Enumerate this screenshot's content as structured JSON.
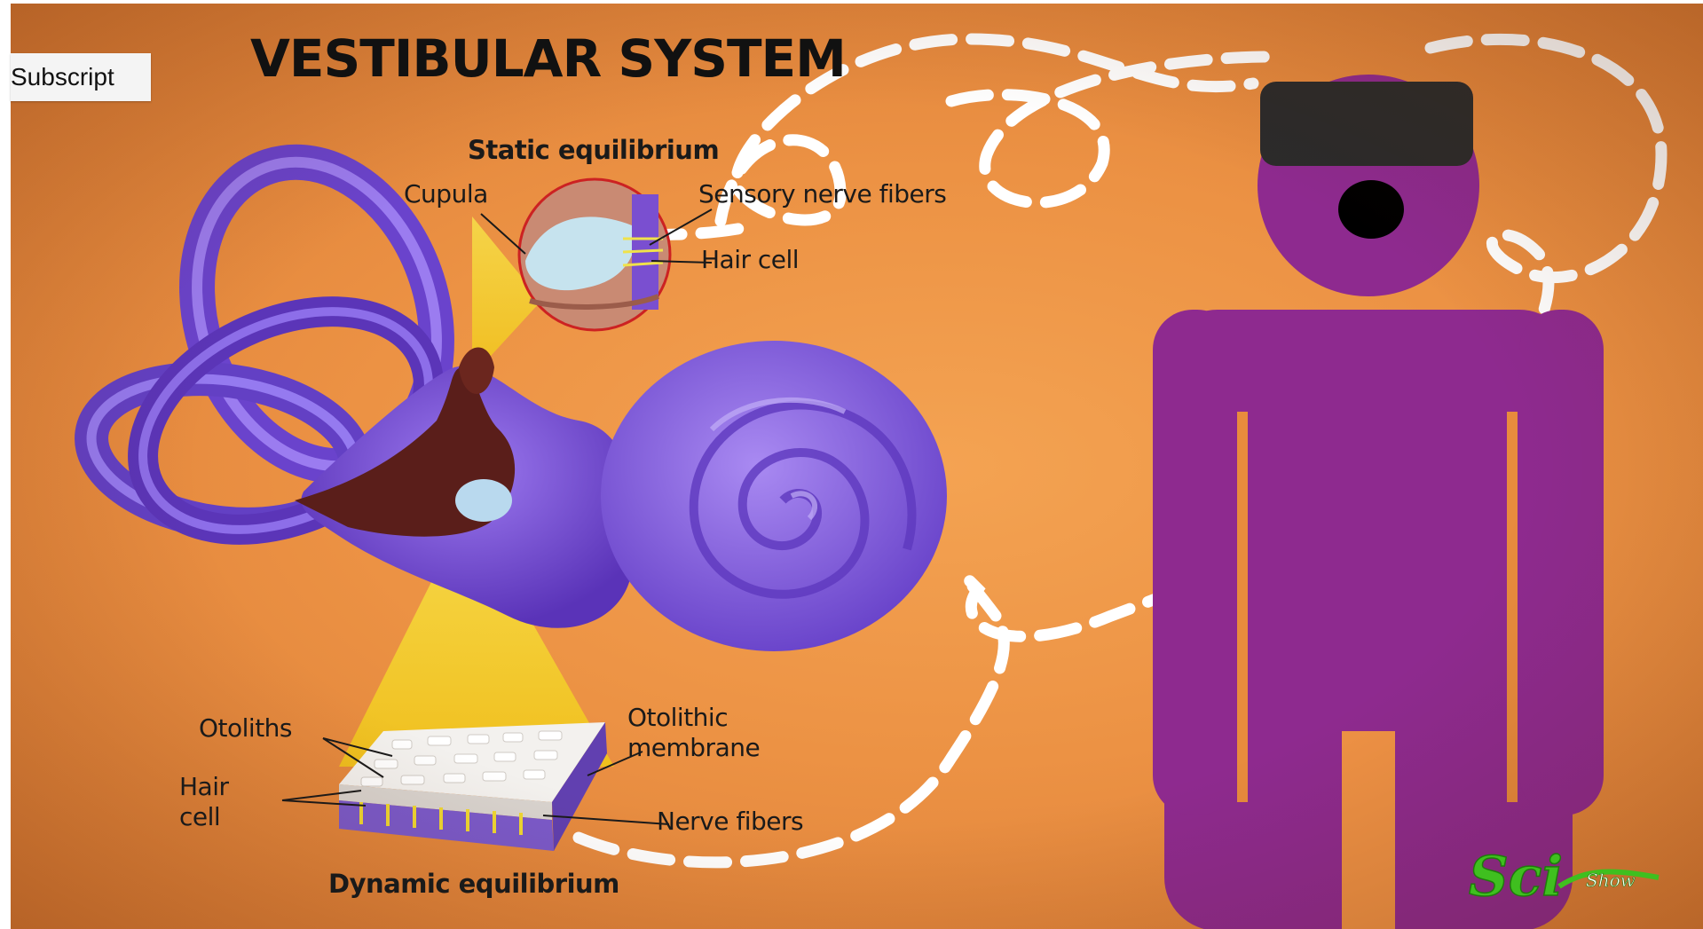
{
  "overlay": {
    "subscript_button": "Subscript"
  },
  "diagram": {
    "title": "VESTIBULAR SYSTEM",
    "static_equilibrium": "Static equilibrium",
    "cupula": "Cupula",
    "sensory_nerve_fibers": "Sensory nerve fibers",
    "hair_cell_top": "Hair cell",
    "otoliths": "Otoliths",
    "otolithic_membrane": "Otolithic membrane",
    "hair_cell_bottom": "Hair cell",
    "nerve_fibers": "Nerve fibers",
    "dynamic_equilibrium": "Dynamic equilibrium"
  },
  "logo": {
    "text": "Sci Show"
  },
  "colors": {
    "background": "#ec9244",
    "inner_ear": "#7b4fd8",
    "figure": "#8e2a8f",
    "headset": "#2b2b2b",
    "dashed_path": "#ffffff",
    "spotlight": "#f5d21e",
    "logo_green": "#3fbf1f"
  }
}
